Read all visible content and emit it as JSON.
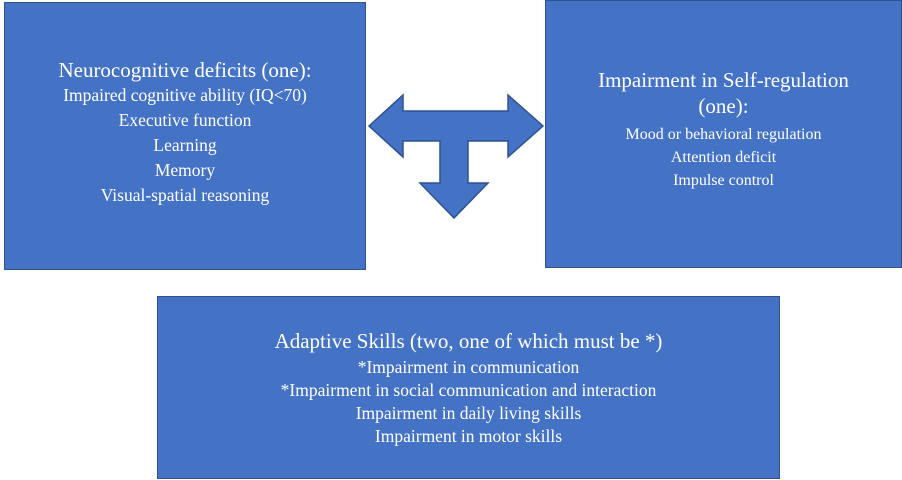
{
  "neurocognitive": {
    "title": "Neurocognitive deficits (one):",
    "items": [
      "Impaired cognitive ability (IQ<70)",
      "Executive function",
      "Learning",
      "Memory",
      "Visual-spatial reasoning"
    ]
  },
  "self_regulation": {
    "title_line1": "Impairment in Self-regulation",
    "title_line2": "(one):",
    "items": [
      "Mood or behavioral regulation",
      "Attention deficit",
      "Impulse control"
    ]
  },
  "adaptive": {
    "title": "Adaptive Skills (two, one of which must be *)",
    "items": [
      "*Impairment in communication",
      "*Impairment in social communication and interaction",
      "Impairment in daily living skills",
      "Impairment in motor skills"
    ]
  },
  "colors": {
    "box_fill": "#4472c4",
    "box_border": "#2f528f",
    "text": "#ffffff"
  },
  "icons": {
    "connector": "t-shaped-three-way-arrow-icon"
  }
}
